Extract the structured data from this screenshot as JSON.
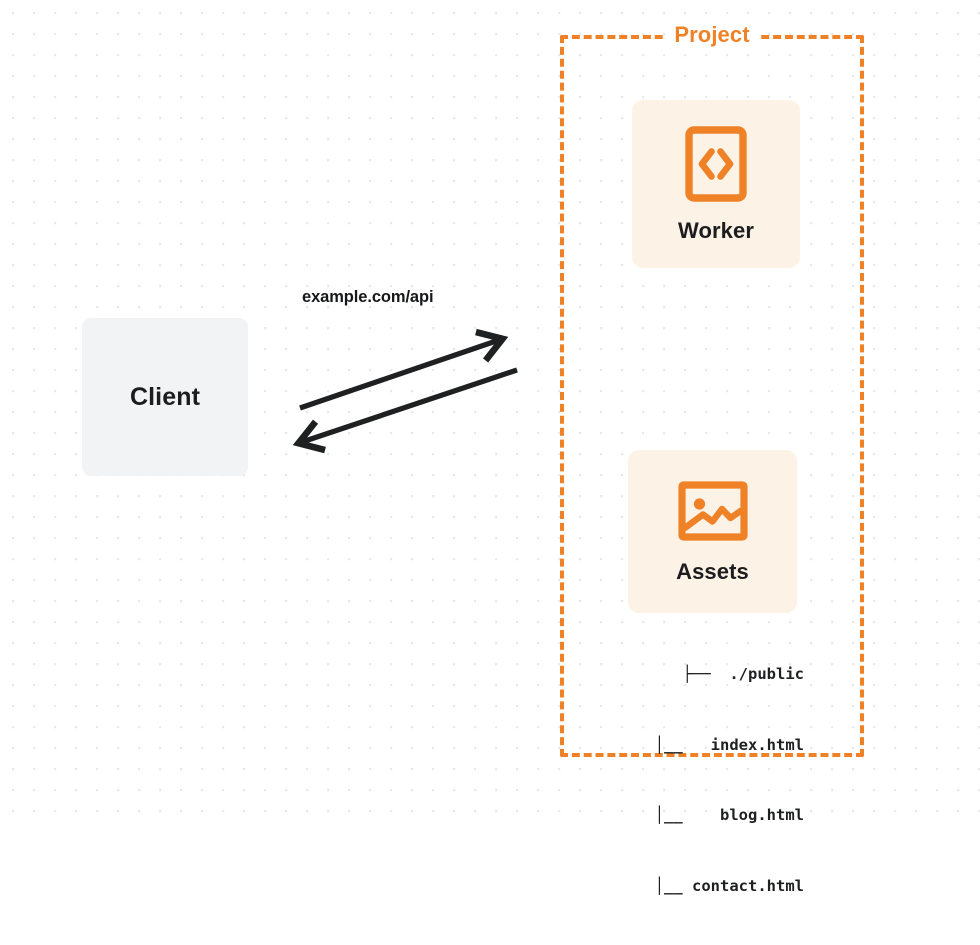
{
  "diagram": {
    "type": "architecture-flow",
    "background": {
      "grid": "dot-grid",
      "grid_color": "#e9e9ea",
      "canvas_color": "#ffffff"
    },
    "colors": {
      "accent_orange": "#ef8126",
      "card_cream": "#fdf2e6",
      "client_gray": "#f2f3f5",
      "text_dark": "#1d1d1f",
      "arrow_black": "#1f2022"
    }
  },
  "client": {
    "label": "Client"
  },
  "edge": {
    "label": "example.com/api",
    "request_direction": "client-to-project",
    "response_direction": "project-to-client"
  },
  "project": {
    "title": "Project",
    "border_style": "dashed",
    "services": [
      {
        "label": "Worker",
        "icon": "code-brackets-icon"
      },
      {
        "label": "Assets",
        "icon": "image-icon"
      }
    ],
    "file_tree": [
      {
        "branch": "├──",
        "name": "./public"
      },
      {
        "branch": "│__",
        "name": "index.html"
      },
      {
        "branch": "│__",
        "name": "blog.html"
      },
      {
        "branch": "│__",
        "name": "contact.html"
      }
    ],
    "file_tree_lines": [
      "├──  ./public",
      "│__   index.html",
      "│__    blog.html",
      "│__ contact.html"
    ]
  }
}
